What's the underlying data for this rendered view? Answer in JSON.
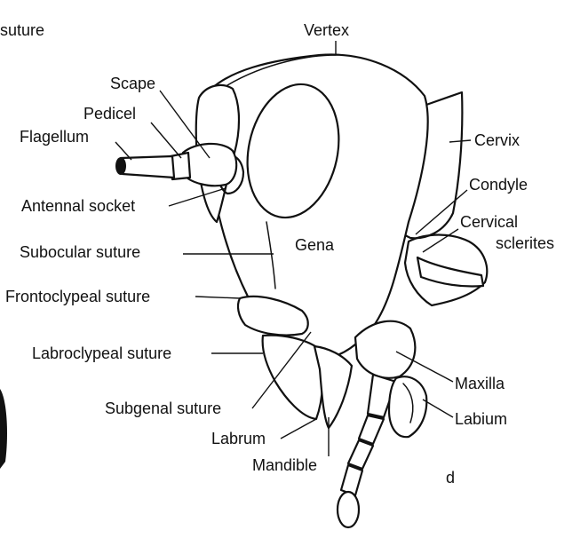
{
  "figure": {
    "panel_letter": "d",
    "labels": {
      "suture_fragment": "suture",
      "vertex": "Vertex",
      "scape": "Scape",
      "pedicel": "Pedicel",
      "flagellum": "Flagellum",
      "cervix": "Cervix",
      "condyle": "Condyle",
      "cervical_sclerites_1": "Cervical",
      "cervical_sclerites_2": "sclerites",
      "antennal_socket": "Antennal socket",
      "gena": "Gena",
      "subocular_suture": "Subocular suture",
      "frontoclypeal_suture": "Frontoclypeal suture",
      "labroclypeal_suture": "Labroclypeal suture",
      "maxilla": "Maxilla",
      "subgenal_suture": "Subgenal suture",
      "labium": "Labium",
      "labrum": "Labrum",
      "mandible": "Mandible"
    }
  }
}
